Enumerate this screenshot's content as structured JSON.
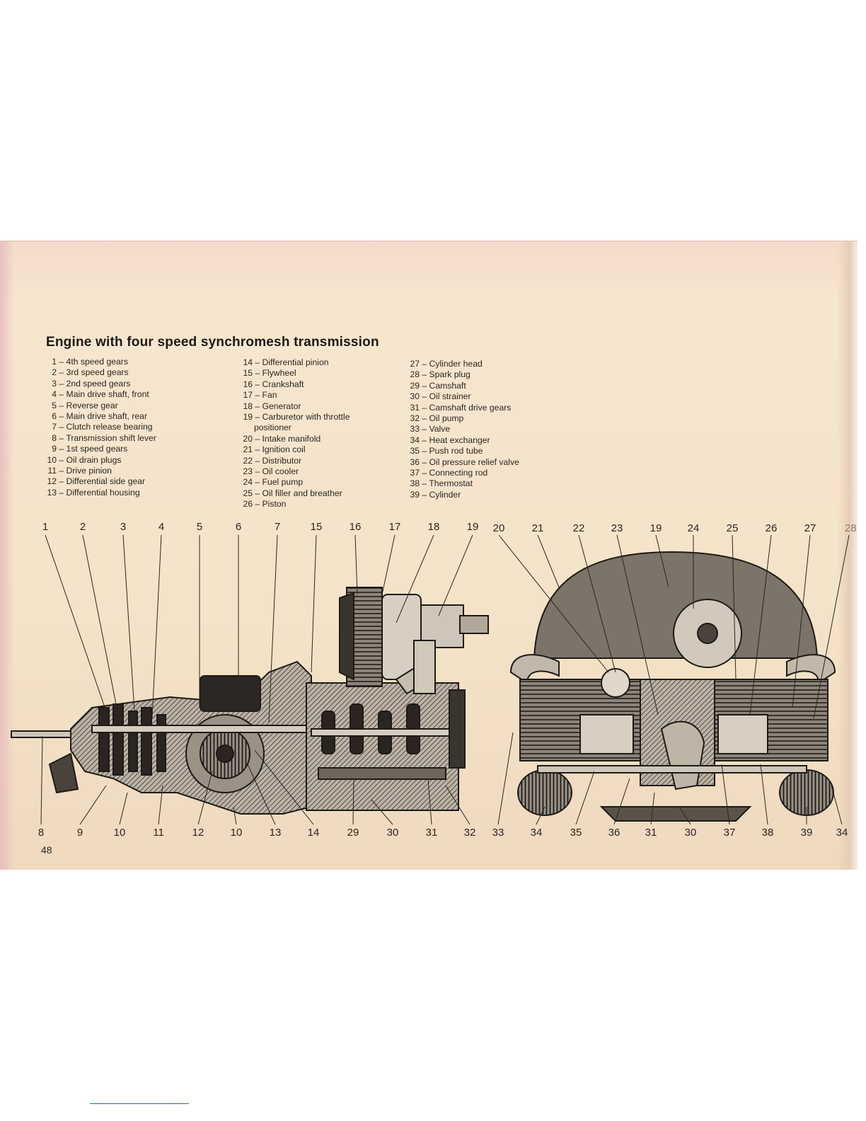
{
  "title": "Engine with four speed synchromesh transmission",
  "legend": {
    "col1": [
      {
        "num": "1",
        "text": "4th speed gears"
      },
      {
        "num": "2",
        "text": "3rd speed gears"
      },
      {
        "num": "3",
        "text": "2nd speed gears"
      },
      {
        "num": "4",
        "text": "Main drive shaft, front"
      },
      {
        "num": "5",
        "text": "Reverse gear"
      },
      {
        "num": "6",
        "text": "Main drive shaft, rear"
      },
      {
        "num": "7",
        "text": "Clutch release bearing"
      },
      {
        "num": "8",
        "text": "Transmission shift lever"
      },
      {
        "num": "9",
        "text": "1st speed gears"
      },
      {
        "num": "10",
        "text": "Oil drain plugs"
      },
      {
        "num": "11",
        "text": "Drive pinion"
      },
      {
        "num": "12",
        "text": "Differential side gear"
      },
      {
        "num": "13",
        "text": "Differential housing"
      }
    ],
    "col2": [
      {
        "num": "14",
        "text": "Differential pinion"
      },
      {
        "num": "15",
        "text": "Flywheel"
      },
      {
        "num": "16",
        "text": "Crankshaft"
      },
      {
        "num": "17",
        "text": "Fan"
      },
      {
        "num": "18",
        "text": "Generator"
      },
      {
        "num": "19",
        "text": "Carburetor with throttle",
        "cont": "positioner"
      },
      {
        "num": "20",
        "text": "Intake manifold"
      },
      {
        "num": "21",
        "text": "Ignition coil"
      },
      {
        "num": "22",
        "text": "Distributor"
      },
      {
        "num": "23",
        "text": "Oil cooler"
      },
      {
        "num": "24",
        "text": "Fuel pump"
      },
      {
        "num": "25",
        "text": "Oil filler and breather"
      },
      {
        "num": "26",
        "text": "Piston"
      }
    ],
    "col3": [
      {
        "num": "27",
        "text": "Cylinder head"
      },
      {
        "num": "28",
        "text": "Spark plug"
      },
      {
        "num": "29",
        "text": "Camshaft"
      },
      {
        "num": "30",
        "text": "Oil strainer"
      },
      {
        "num": "31",
        "text": "Camshaft drive gears"
      },
      {
        "num": "32",
        "text": "Oil pump"
      },
      {
        "num": "33",
        "text": "Valve"
      },
      {
        "num": "34",
        "text": "Heat exchanger"
      },
      {
        "num": "35",
        "text": "Push rod tube"
      },
      {
        "num": "36",
        "text": "Oil pressure relief valve"
      },
      {
        "num": "37",
        "text": "Connecting rod"
      },
      {
        "num": "38",
        "text": "Thermostat"
      },
      {
        "num": "39",
        "text": "Cylinder"
      }
    ]
  },
  "callouts_top": [
    "1",
    "2",
    "3",
    "4",
    "5",
    "6",
    "7",
    "15",
    "16",
    "17",
    "18",
    "19",
    "20",
    "21",
    "22",
    "23",
    "19",
    "24",
    "25",
    "26",
    "27",
    "28"
  ],
  "callouts_bottom": [
    "8",
    "9",
    "10",
    "11",
    "12",
    "10",
    "13",
    "14",
    "29",
    "30",
    "31",
    "32",
    "33",
    "34",
    "35",
    "36",
    "31",
    "30",
    "37",
    "38",
    "39",
    "34"
  ],
  "page_number": "48"
}
